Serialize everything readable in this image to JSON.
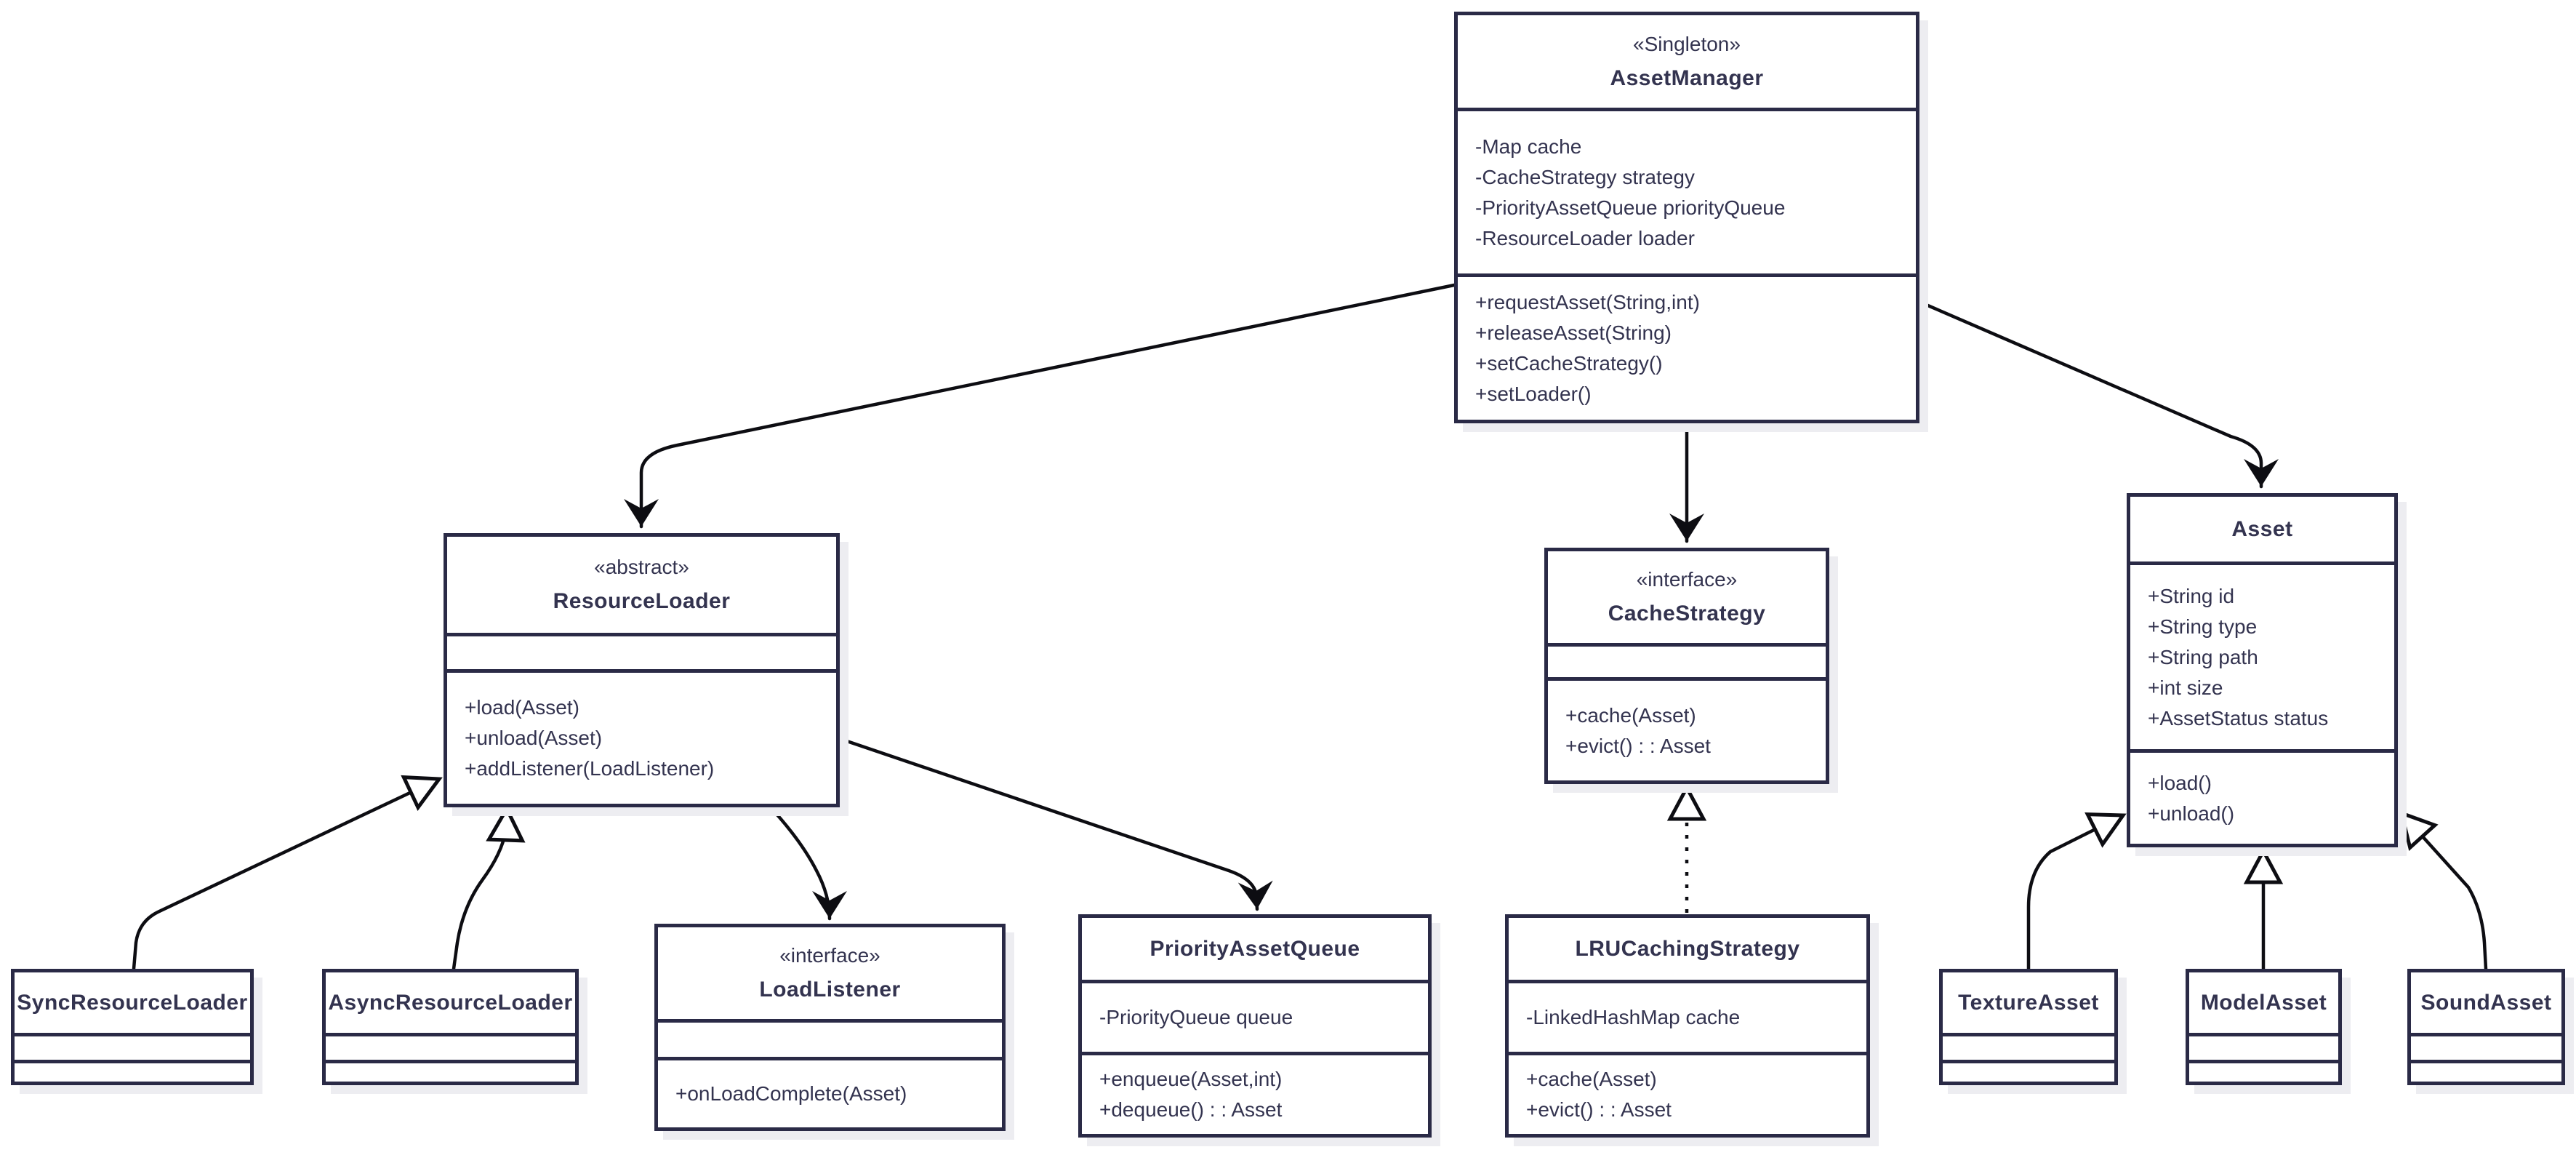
{
  "diagram": {
    "kind": "UML class diagram",
    "colors": {
      "background": "#ffffff",
      "box_border": "#2a2a46",
      "text": "#33334f",
      "edge_line": "#0d0d12",
      "box_shadow": "#ededf1",
      "triangle_fill": "#ffffff"
    },
    "classes": {
      "assetManager": {
        "stereotype": "«Singleton»",
        "name": "AssetManager",
        "attributes": [
          "-Map cache",
          "-CacheStrategy strategy",
          "-PriorityAssetQueue priorityQueue",
          "-ResourceLoader loader"
        ],
        "methods": [
          "+requestAsset(String,int)",
          "+releaseAsset(String)",
          "+setCacheStrategy()",
          "+setLoader()"
        ]
      },
      "resourceLoader": {
        "stereotype": "«abstract»",
        "name": "ResourceLoader",
        "attributes": [],
        "methods": [
          "+load(Asset)",
          "+unload(Asset)",
          "+addListener(LoadListener)"
        ]
      },
      "cacheStrategy": {
        "stereotype": "«interface»",
        "name": "CacheStrategy",
        "attributes": [],
        "methods": [
          "+cache(Asset)",
          "+evict() : : Asset"
        ]
      },
      "asset": {
        "stereotype": "",
        "name": "Asset",
        "attributes": [
          "+String id",
          "+String type",
          "+String path",
          "+int size",
          "+AssetStatus status"
        ],
        "methods": [
          "+load()",
          "+unload()"
        ]
      },
      "syncResourceLoader": {
        "stereotype": "",
        "name": "SyncResourceLoader",
        "attributes": [],
        "methods": []
      },
      "asyncResourceLoader": {
        "stereotype": "",
        "name": "AsyncResourceLoader",
        "attributes": [],
        "methods": []
      },
      "loadListener": {
        "stereotype": "«interface»",
        "name": "LoadListener",
        "attributes": [],
        "methods": [
          "+onLoadComplete(Asset)"
        ]
      },
      "priorityAssetQueue": {
        "stereotype": "",
        "name": "PriorityAssetQueue",
        "attributes": [
          "-PriorityQueue queue"
        ],
        "methods": [
          "+enqueue(Asset,int)",
          "+dequeue() : : Asset"
        ]
      },
      "lruCachingStrategy": {
        "stereotype": "",
        "name": "LRUCachingStrategy",
        "attributes": [
          "-LinkedHashMap cache"
        ],
        "methods": [
          "+cache(Asset)",
          "+evict() : : Asset"
        ]
      },
      "textureAsset": {
        "stereotype": "",
        "name": "TextureAsset",
        "attributes": [],
        "methods": []
      },
      "modelAsset": {
        "stereotype": "",
        "name": "ModelAsset",
        "attributes": [],
        "methods": []
      },
      "soundAsset": {
        "stereotype": "",
        "name": "SoundAsset",
        "attributes": [],
        "methods": []
      }
    },
    "relationships": [
      {
        "from": "AssetManager",
        "to": "ResourceLoader",
        "type": "directed-association",
        "line": "solid",
        "arrowhead": "open-arrow"
      },
      {
        "from": "AssetManager",
        "to": "CacheStrategy",
        "type": "directed-association",
        "line": "solid",
        "arrowhead": "open-arrow"
      },
      {
        "from": "AssetManager",
        "to": "Asset",
        "type": "directed-association",
        "line": "solid",
        "arrowhead": "open-arrow"
      },
      {
        "from": "SyncResourceLoader",
        "to": "ResourceLoader",
        "type": "generalization",
        "line": "solid",
        "arrowhead": "hollow-triangle"
      },
      {
        "from": "AsyncResourceLoader",
        "to": "ResourceLoader",
        "type": "generalization",
        "line": "solid",
        "arrowhead": "hollow-triangle"
      },
      {
        "from": "ResourceLoader",
        "to": "LoadListener",
        "type": "directed-association",
        "line": "solid",
        "arrowhead": "open-arrow"
      },
      {
        "from": "ResourceLoader",
        "to": "PriorityAssetQueue",
        "type": "directed-association",
        "line": "solid",
        "arrowhead": "open-arrow"
      },
      {
        "from": "LRUCachingStrategy",
        "to": "CacheStrategy",
        "type": "realization",
        "line": "dotted",
        "arrowhead": "hollow-triangle"
      },
      {
        "from": "TextureAsset",
        "to": "Asset",
        "type": "generalization",
        "line": "solid",
        "arrowhead": "hollow-triangle"
      },
      {
        "from": "ModelAsset",
        "to": "Asset",
        "type": "generalization",
        "line": "solid",
        "arrowhead": "hollow-triangle"
      },
      {
        "from": "SoundAsset",
        "to": "Asset",
        "type": "generalization",
        "line": "solid",
        "arrowhead": "hollow-triangle"
      }
    ]
  }
}
